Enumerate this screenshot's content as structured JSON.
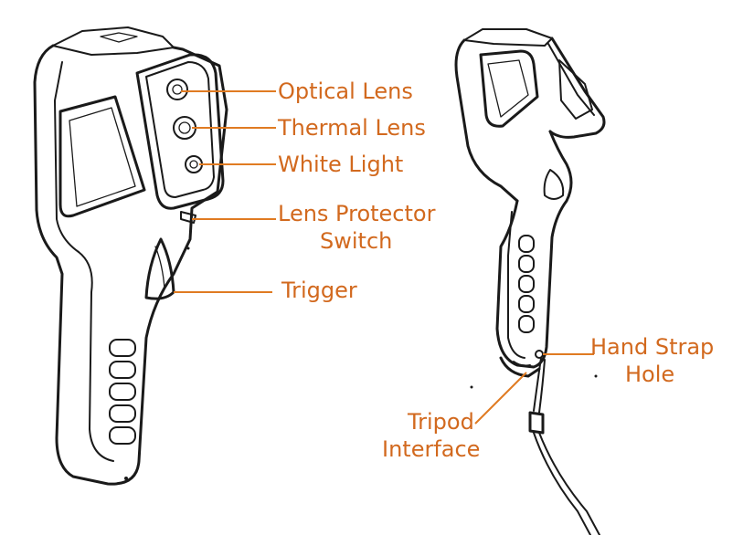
{
  "diagram": {
    "labels": {
      "optical_lens": "Optical Lens",
      "thermal_lens": "Thermal Lens",
      "white_light": "White Light",
      "lens_protector_line1": "Lens Protector",
      "lens_protector_line2": "Switch",
      "trigger": "Trigger",
      "hand_strap_line1": "Hand Strap",
      "hand_strap_line2": "Hole",
      "tripod_line1": "Tripod",
      "tripod_line2": "Interface"
    },
    "colors": {
      "label": "#d2691e",
      "leader": "#e07b22",
      "outline": "#1a1a1a",
      "background": "#ffffff"
    }
  }
}
